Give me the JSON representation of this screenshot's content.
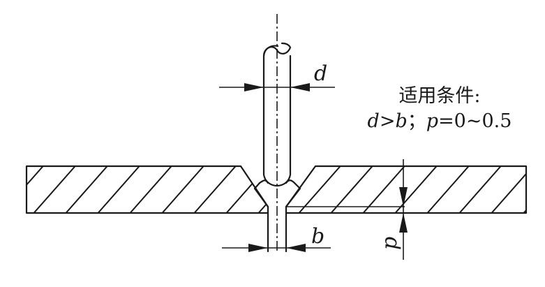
{
  "labels": {
    "d": "d",
    "b": "b",
    "p": "p"
  },
  "conditions": {
    "title": "适用条件:",
    "d": "d",
    "gt": ">",
    "b": "b",
    "sep": "；",
    "p": "p",
    "range": "=0~0.5"
  },
  "colors": {
    "line": "#1a1a1a",
    "background": "#ffffff"
  }
}
